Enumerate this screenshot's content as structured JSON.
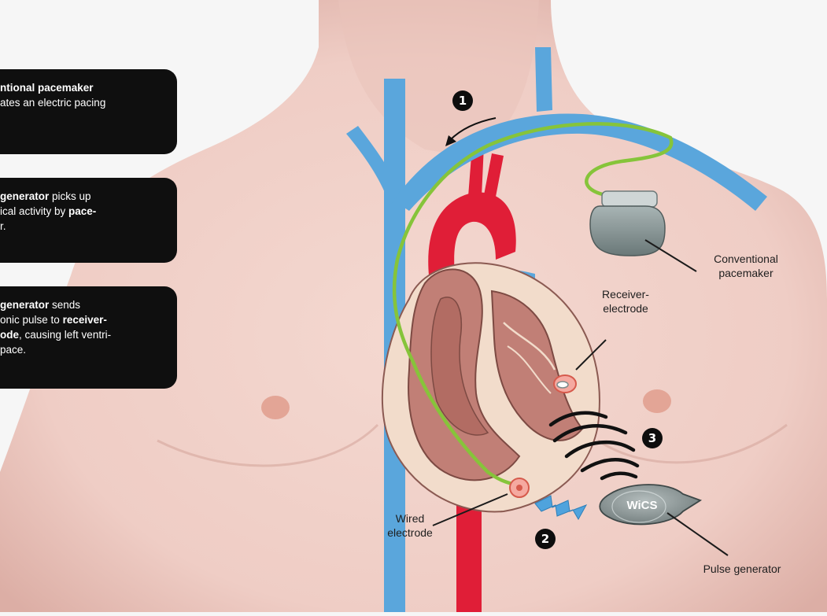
{
  "steps": [
    {
      "number": "1",
      "lines": [
        [
          {
            "t": "ntional pacemaker",
            "b": true
          }
        ],
        [
          {
            "t": "ates an electric pacing",
            "b": false
          }
        ]
      ]
    },
    {
      "number": "2",
      "lines": [
        [
          {
            "t": "generator",
            "b": true
          },
          {
            "t": " picks up",
            "b": false
          }
        ],
        [
          {
            "t": "ical activity by ",
            "b": false
          },
          {
            "t": "pace-",
            "b": true
          }
        ],
        [
          {
            "t": "r.",
            "b": false
          }
        ]
      ]
    },
    {
      "number": "3",
      "lines": [
        [
          {
            "t": "generator",
            "b": true
          },
          {
            "t": " sends",
            "b": false
          }
        ],
        [
          {
            "t": "onic pulse to ",
            "b": false
          },
          {
            "t": "receiver-",
            "b": true
          }
        ],
        [
          {
            "t": "ode",
            "b": true
          },
          {
            "t": ", causing left ventri-",
            "b": false
          }
        ],
        [
          {
            "t": "pace.",
            "b": false
          }
        ]
      ]
    }
  ],
  "labels": {
    "conventional_pacemaker": [
      "Conventional",
      "pacemaker"
    ],
    "receiver_electrode": [
      "Receiver-",
      "electrode"
    ],
    "wired_electrode": [
      "Wired",
      "electrode"
    ],
    "pulse_generator": [
      "Pulse generator"
    ]
  },
  "badges": {
    "one": "1",
    "two": "2",
    "three": "3"
  },
  "device_text": "WiCS",
  "colors": {
    "skin": "#efcdc5",
    "skin_shadow": "#d9aaa1",
    "vein": "#5aa6dc",
    "artery": "#e01e37",
    "lead_wire": "#86c43a",
    "heart_tissue": "#f2dccb",
    "heart_muscle": "#c17f76",
    "device_gray": "#7d8c8c",
    "box_bg": "#0f0f0f"
  }
}
